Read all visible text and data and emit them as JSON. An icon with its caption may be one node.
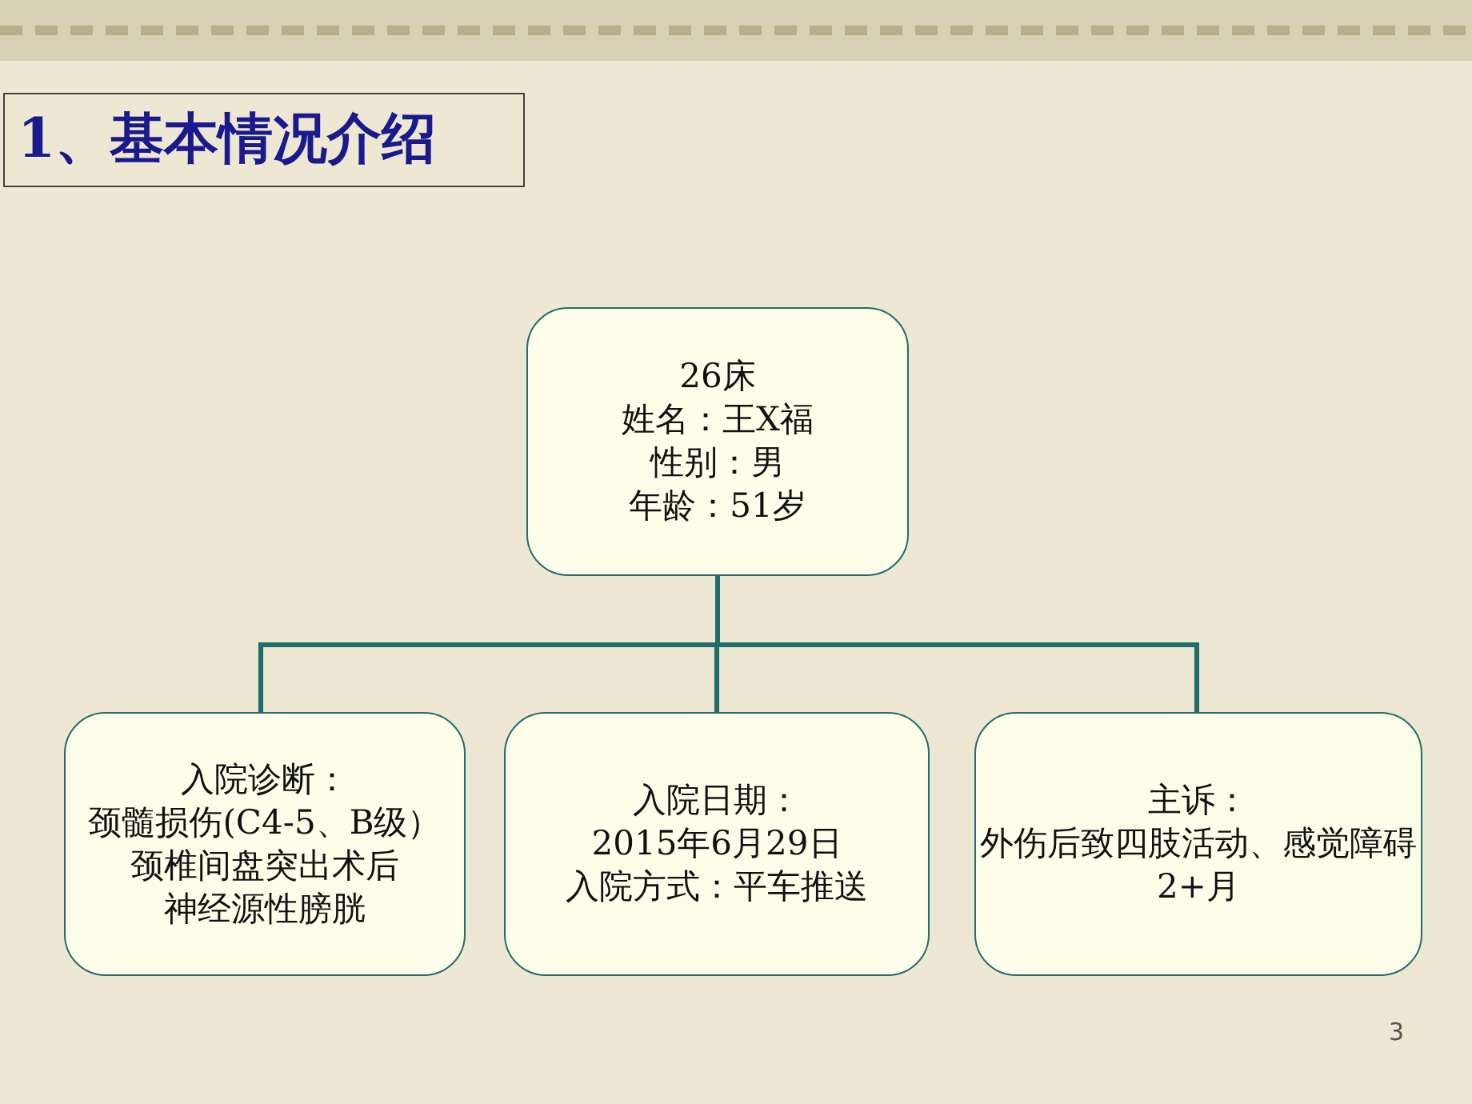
{
  "diagram": {
    "title": "1、基本情况介绍",
    "nodes": [
      {
        "text": [
          "26床",
          "姓名：王X福",
          "性别：男",
          "年龄：51岁"
        ]
      },
      {
        "text": [
          "入院诊断：",
          "颈髓损伤(C4-5、B级）",
          "颈椎间盘突出术后",
          "神经源性膀胱"
        ]
      },
      {
        "text": [
          "入院日期：",
          "2015年6月29日",
          "入院方式：平车推送"
        ]
      },
      {
        "text": [
          "主诉：",
          "外伤后致四肢活动、感觉障碍2+月"
        ]
      }
    ],
    "edges": [
      {
        "from": 0,
        "to": 1,
        "arrow": "none"
      },
      {
        "from": 0,
        "to": 2,
        "arrow": "none"
      },
      {
        "from": 0,
        "to": 3,
        "arrow": "none"
      }
    ],
    "labels": [
      "3"
    ]
  }
}
